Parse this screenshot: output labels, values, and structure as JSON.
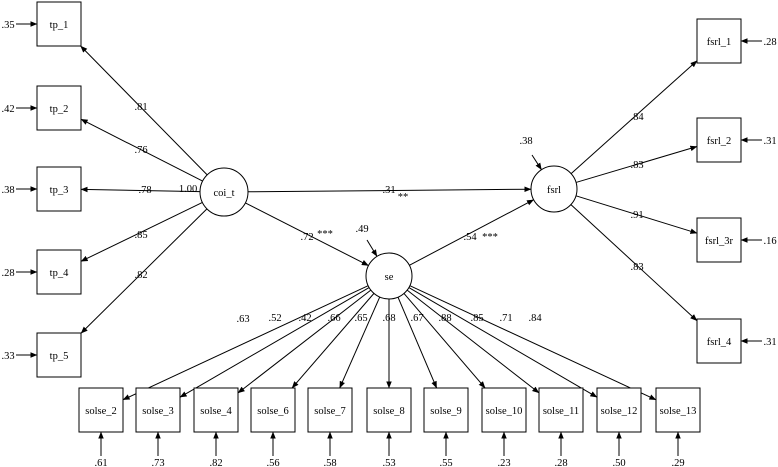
{
  "observed": {
    "tp_1": {
      "label": "tp_1",
      "error": ".35"
    },
    "tp_2": {
      "label": "tp_2",
      "error": ".42"
    },
    "tp_3": {
      "label": "tp_3",
      "error": ".38"
    },
    "tp_4": {
      "label": "tp_4",
      "error": ".28"
    },
    "tp_5": {
      "label": "tp_5",
      "error": ".33"
    },
    "fsrl_1": {
      "label": "fsrl_1",
      "error": ".28"
    },
    "fsrl_2": {
      "label": "fsrl_2",
      "error": ".31"
    },
    "fsrl_3r": {
      "label": "fsrl_3r",
      "error": ".16"
    },
    "fsrl_4": {
      "label": "fsrl_4",
      "error": ".31"
    },
    "solse_2": {
      "label": "solse_2",
      "error": ".61"
    },
    "solse_3": {
      "label": "solse_3",
      "error": ".73"
    },
    "solse_4": {
      "label": "solse_4",
      "error": ".82"
    },
    "solse_6": {
      "label": "solse_6",
      "error": ".56"
    },
    "solse_7": {
      "label": "solse_7",
      "error": ".58"
    },
    "solse_8": {
      "label": "solse_8",
      "error": ".53"
    },
    "solse_9": {
      "label": "solse_9",
      "error": ".55"
    },
    "solse_10": {
      "label": "solse_10",
      "error": ".23"
    },
    "solse_11": {
      "label": "solse_11",
      "error": ".28"
    },
    "solse_12": {
      "label": "solse_12",
      "error": ".50"
    },
    "solse_13": {
      "label": "solse_13",
      "error": ".29"
    }
  },
  "latent": {
    "coi_t": {
      "label": "coi_t",
      "variance": "1.00"
    },
    "fsrl": {
      "label": "fsrl",
      "residual": ".38"
    },
    "se": {
      "label": "se",
      "residual": ".49"
    }
  },
  "loadings": {
    "tp_1": ".81",
    "tp_2": ".76",
    "tp_3": ".78",
    "tp_4": ".85",
    "tp_5": ".82",
    "fsrl_1": ".84",
    "fsrl_2": ".83",
    "fsrl_3r": ".91",
    "fsrl_4": ".83",
    "solse_2": ".63",
    "solse_3": ".52",
    "solse_4": ".42",
    "solse_6": ".66",
    "solse_7": ".65",
    "solse_8": ".68",
    "solse_9": ".67",
    "solse_10": ".88",
    "solse_11": ".85",
    "solse_12": ".71",
    "solse_13": ".84"
  },
  "paths": {
    "coi_fsrl": {
      "coef": ".31",
      "sig": "**"
    },
    "coi_se": {
      "coef": ".72",
      "sig": "***"
    },
    "se_fsrl": {
      "coef": ".54",
      "sig": "***"
    }
  }
}
